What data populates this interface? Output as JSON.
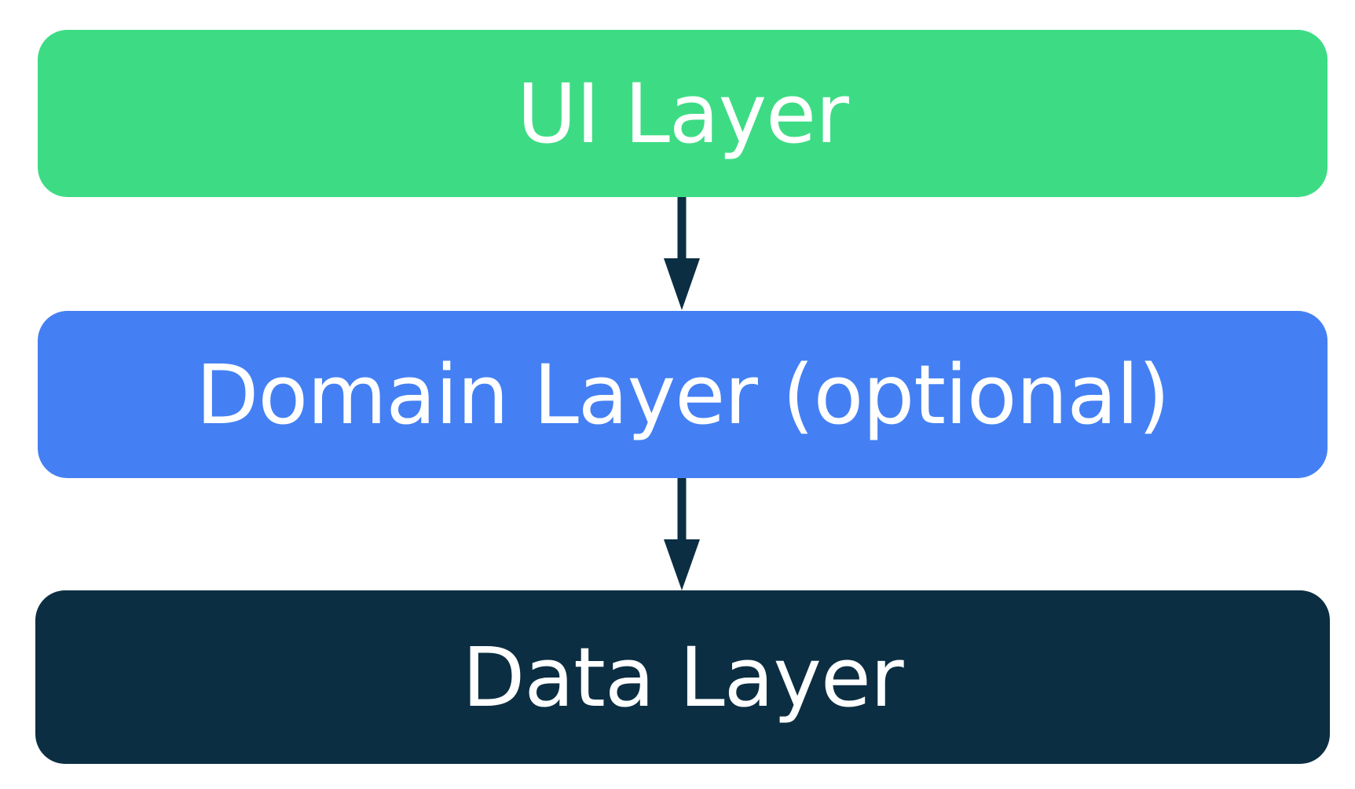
{
  "diagram": {
    "layers": [
      {
        "label": "UI Layer",
        "color": "#3ddc84"
      },
      {
        "label": "Domain Layer (optional)",
        "color": "#4480f3"
      },
      {
        "label": "Data Layer",
        "color": "#0b2e42"
      }
    ],
    "edges": [
      {
        "from": 0,
        "to": 1
      },
      {
        "from": 1,
        "to": 2
      }
    ],
    "arrow_color": "#0b2e42"
  }
}
